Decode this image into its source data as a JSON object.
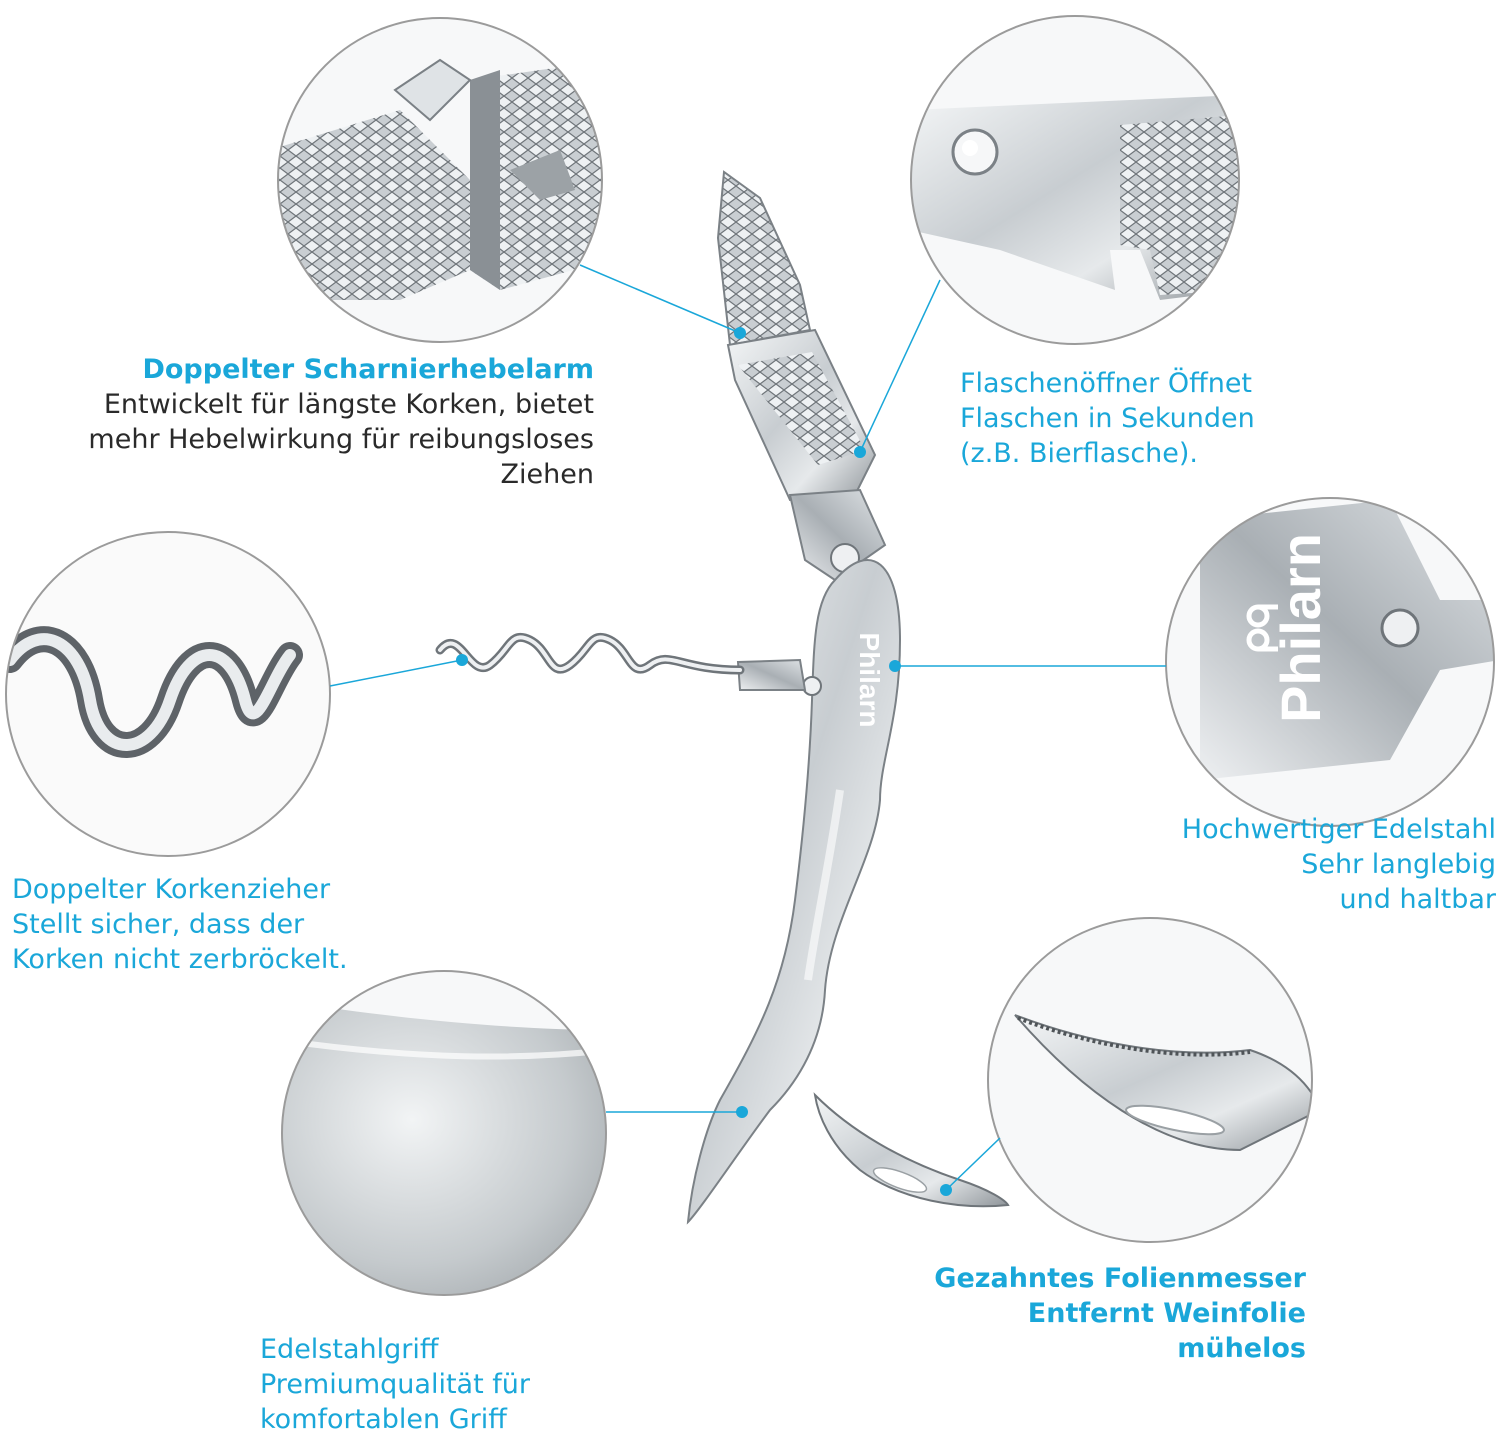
{
  "colors": {
    "accent": "#1aa7d9",
    "body_text": "#2a2a2a",
    "steel_light": "#e9ecee",
    "steel_mid": "#b9bec2",
    "steel_dark": "#7d8388"
  },
  "brand": {
    "logo_text": "Philarn"
  },
  "callouts": {
    "hinge": {
      "title": "Doppelter Scharnierhebelarm",
      "lines": [
        "Entwickelt für längste Korken, bietet",
        "mehr Hebelwirkung für reibungsloses",
        "Ziehen"
      ]
    },
    "opener": {
      "lines": [
        "Flaschenöffner Öffnet",
        "Flaschen in Sekunden",
        "(z.B. Bierflasche)."
      ]
    },
    "corkscrew": {
      "lines": [
        "Doppelter Korkenzieher",
        "Stellt sicher, dass der",
        "Korken nicht zerbröckelt."
      ]
    },
    "steel": {
      "lines": [
        "Hochwertiger Edelstahl",
        "Sehr langlebig",
        "und haltbar"
      ]
    },
    "knife": {
      "lines": [
        "Gezahntes Folienmesser",
        "Entfernt Weinfolie",
        "mühelos"
      ]
    },
    "grip": {
      "lines": [
        "Edelstahlgriff",
        "Premiumqualität für",
        "komfortablen Griff"
      ]
    }
  }
}
